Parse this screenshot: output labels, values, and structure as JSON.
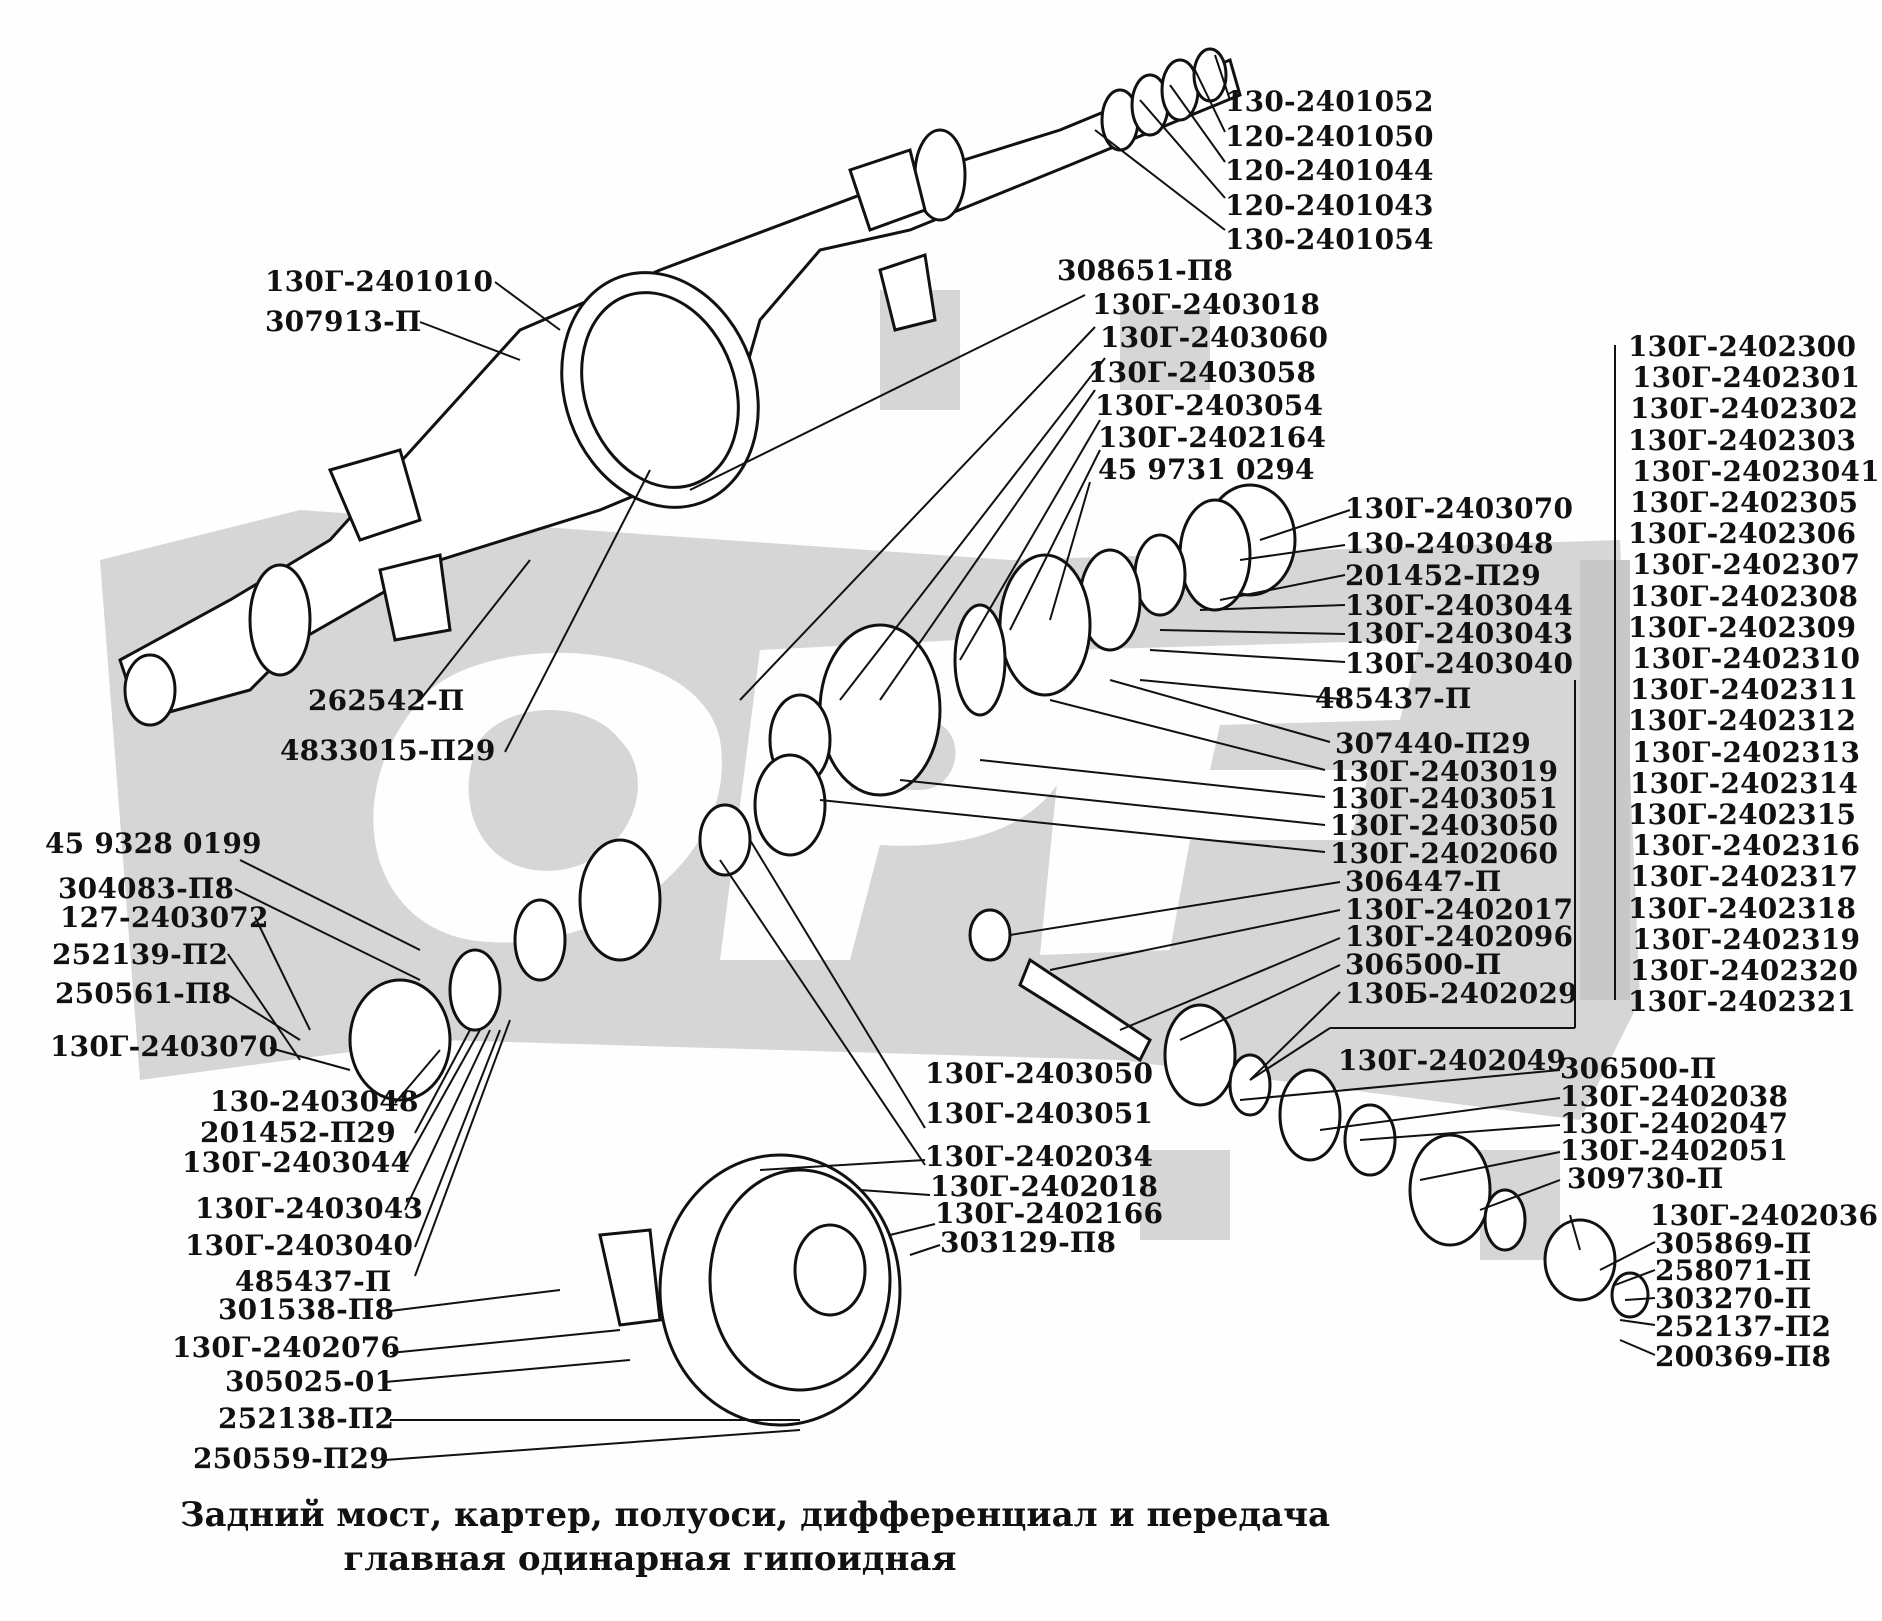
{
  "caption": {
    "line1": "Задний мост, картер, полуоси, дифференциал и передача",
    "line2": "главная одинарная гипоидная"
  },
  "colors": {
    "ink": "#111111",
    "watermark": "#d6d6d6",
    "paper": "#fefefe"
  },
  "labels": {
    "p130_2401052": "130-2401052",
    "p120_2401050": "120-2401050",
    "p120_2401044": "120-2401044",
    "p120_2401043": "120-2401043",
    "p130_2401054": "130-2401054",
    "p130G_2401010": "130Г-2401010",
    "p307913_P": "307913-П",
    "p308651_P8": "308651-П8",
    "p130G_2403018": "130Г-2403018",
    "p130G_2403060": "130Г-2403060",
    "p130G_2403058": "130Г-2403058",
    "p130G_2403054": "130Г-2403054",
    "p130G_2402164": "130Г-2402164",
    "p45_9731_0294": "45 9731 0294",
    "p130G_2403070_r": "130Г-2403070",
    "p130_2403048_r": "130-2403048",
    "p201452_P29_r": "201452-П29",
    "p130G_2403044_r": "130Г-2403044",
    "p130G_2403043_r": "130Г-2403043",
    "p130G_2403040_r": "130Г-2403040",
    "p485437_P_r": "485437-П",
    "p307440_P29": "307440-П29",
    "p130G_2403019": "130Г-2403019",
    "p130G_2403051_r": "130Г-2403051",
    "p130G_2403050_r": "130Г-2403050",
    "p130G_2402060": "130Г-2402060",
    "p306447_P": "306447-П",
    "p130G_2402017": "130Г-2402017",
    "p130G_2402096": "130Г-2402096",
    "p306500_P_a": "306500-П",
    "p130B_2402029": "130Б-2402029",
    "p262542_P": "262542-П",
    "p4833015_P29": "4833015-П29",
    "p45_9328_0199": "45 9328 0199",
    "p304083_P8": "304083-П8",
    "p127_2403072": "127-2403072",
    "p252139_P2": "252139-П2",
    "p250561_P8": "250561-П8",
    "p130G_2403070_l": "130Г-2403070",
    "p130_2403048_l": "130-2403048",
    "p201452_P29_l": "201452-П29",
    "p130G_2403044_l": "130Г-2403044",
    "p130G_2403043_l": "130Г-2403043",
    "p130G_2403040_l": "130Г-2403040",
    "p485437_P_l": "485437-П",
    "p301538_P8": "301538-П8",
    "p130G_2402076": "130Г-2402076",
    "p305025_01": "305025-01",
    "p252138_P2": "252138-П2",
    "p250559_P29": "250559-П29",
    "p130G_2403050_c": "130Г-2403050",
    "p130G_2403051_c": "130Г-2403051",
    "p130G_2402034": "130Г-2402034",
    "p130G_2402018": "130Г-2402018",
    "p130G_2402166": "130Г-2402166",
    "p303129_P8": "303129-П8",
    "p130G_2402049": "130Г-2402049",
    "p306500_P_b": "306500-П",
    "p130G_2402038": "130Г-2402038",
    "p130G_2402047": "130Г-2402047",
    "p130G_2402051": "130Г-2402051",
    "p309730_P": "309730-П",
    "p130G_2402036": "130Г-2402036",
    "p305869_P": "305869-П",
    "p258071_P": "258071-П",
    "p303270_P": "303270-П",
    "p252137_P2": "252137-П2",
    "p200369_P8": "200369-П8"
  },
  "ratio_list": [
    "130Г-2402300",
    "130Г-2402301",
    "130Г-2402302",
    "130Г-2402303",
    "130Г-24023041",
    "130Г-2402305",
    "130Г-2402306",
    "130Г-2402307",
    "130Г-2402308",
    "130Г-2402309",
    "130Г-2402310",
    "130Г-2402311",
    "130Г-2402312",
    "130Г-2402313",
    "130Г-2402314",
    "130Г-2402315",
    "130Г-2402316",
    "130Г-2402317",
    "130Г-2402318",
    "130Г-2402319",
    "130Г-2402320",
    "130Г-2402321"
  ]
}
